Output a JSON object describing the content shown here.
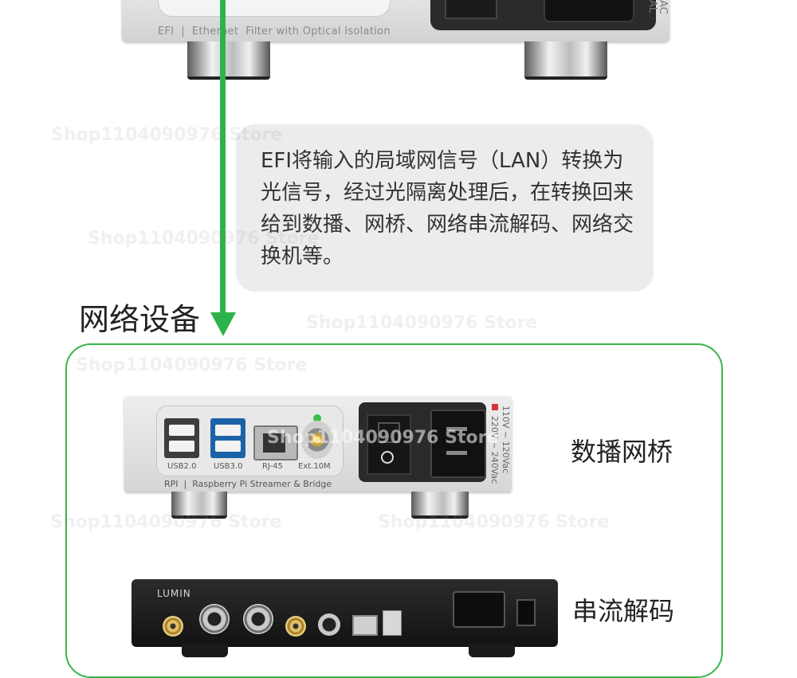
{
  "top_device": {
    "label": "EFI  |  Ethernet  Filter with Optical Isolation",
    "voltage_text": "AC\nAL"
  },
  "bubble": {
    "text": "EFI将输入的局域网信号（LAN）转换为光信号，经过光隔离处理后，在转换回来给到数播、网桥、网络串流解码、网络交换机等。"
  },
  "section": {
    "title": "网络设备"
  },
  "devices": [
    {
      "name": "数播网桥",
      "ports": [
        "USB2.0",
        "USB3.0",
        "RJ-45",
        "Ext.10M"
      ],
      "label": "RPI  |  Raspberry Pi Streamer & Bridge",
      "voltage_lines": [
        "110V ~ 120Vac",
        "220V ~ 240Vac"
      ]
    },
    {
      "name": "串流解码",
      "brand": "LUMIN"
    }
  ],
  "watermark": "Shop1104090976 Store",
  "colors": {
    "arrow": "#2db34a",
    "box_border": "#39b54a",
    "bubble_bg": "#ececec"
  }
}
